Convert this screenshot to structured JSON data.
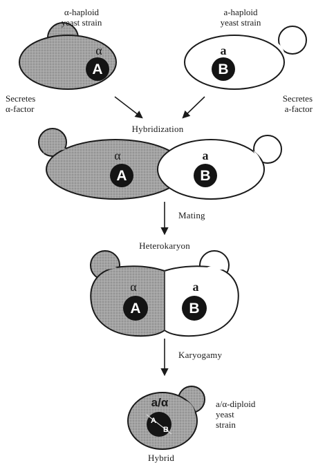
{
  "strains": {
    "alpha_title_line1": "α-haploid",
    "alpha_title_line2": "yeast strain",
    "a_title_line1": "a-haploid",
    "a_title_line2": "yeast strain",
    "alpha_secretes_line1": "Secretes",
    "alpha_secretes_line2": "α-factor",
    "a_secretes_line1": "Secretes",
    "a_secretes_line2": "a-factor"
  },
  "symbols": {
    "alpha": "α",
    "a": "a",
    "nucleus_A": "A",
    "nucleus_B": "B",
    "diploid_mark": "a/α",
    "diploid_A": "A",
    "diploid_B": "B"
  },
  "stages": {
    "hybridization": "Hybridization",
    "mating": "Mating",
    "heterokaryon": "Heterokaryon",
    "karyogamy": "Karyogamy",
    "hybrid": "Hybrid"
  },
  "diploid_label": {
    "line1": "a/α-diploid",
    "line2": "yeast",
    "line3": "strain"
  },
  "colors": {
    "shaded_cell": "#9e9e9e",
    "clear_cell": "#ffffff",
    "outline": "#1a1a1a",
    "nucleus": "#141414",
    "nucleus_text": "#ffffff"
  }
}
